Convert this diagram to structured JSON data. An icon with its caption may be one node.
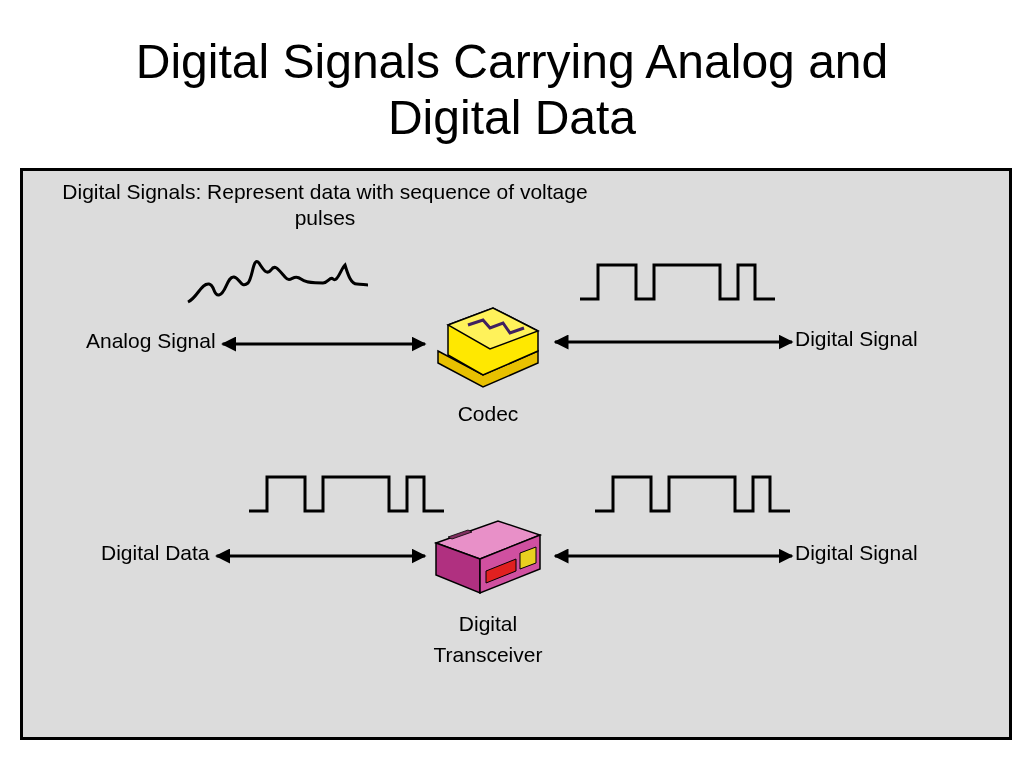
{
  "diagram": {
    "title": "Digital Signals Carrying Analog and Digital Data",
    "nodes": [
      {
        "text": [
          "Digital Signals: Represent data with sequence of voltage pulses"
        ]
      },
      {
        "text": [
          "Analog Signal"
        ],
        "in": 0
      },
      {
        "text": [],
        "shape": "picture",
        "beside": [
          "Codec"
        ],
        "in": 0
      },
      {
        "text": [
          "Digital Signal"
        ],
        "in": 0
      },
      {
        "text": [
          "Digital Data"
        ],
        "in": 0
      },
      {
        "text": [],
        "shape": "picture",
        "beside": [
          "Digital Transceiver"
        ],
        "in": 0
      },
      {
        "text": [
          "Digital Signal"
        ],
        "in": 0
      }
    ],
    "edges": [
      {
        "from": 1,
        "to": 2,
        "arrow": "both"
      },
      {
        "from": 2,
        "to": 3,
        "arrow": "both"
      },
      {
        "from": 4,
        "to": 5,
        "arrow": "both"
      },
      {
        "from": 5,
        "to": 6,
        "arrow": "both"
      }
    ]
  }
}
